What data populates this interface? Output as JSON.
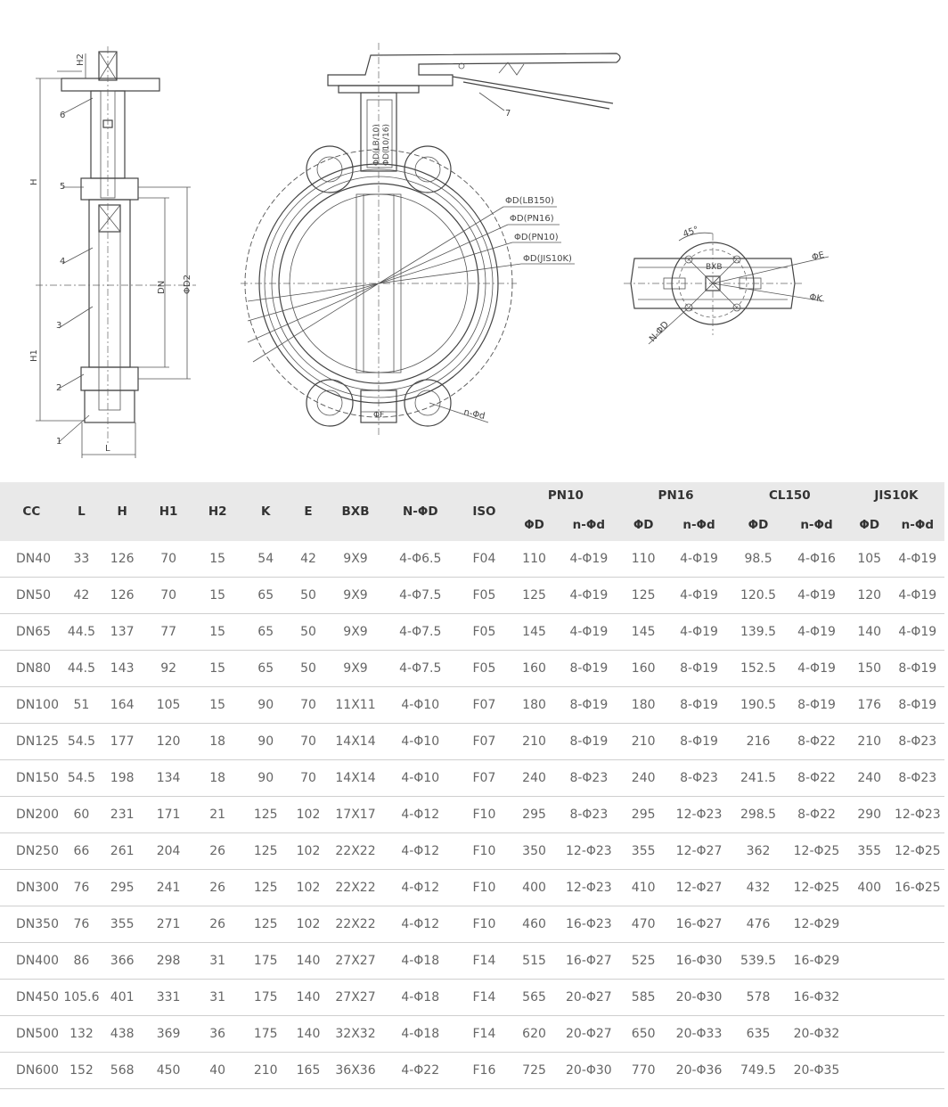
{
  "drawing": {
    "side_view": {
      "dimension_labels": [
        "H2",
        "H",
        "H1",
        "L",
        "DN",
        "ΦD2"
      ],
      "part_numbers": [
        "1",
        "2",
        "3",
        "4",
        "5",
        "6"
      ]
    },
    "front_view": {
      "neck_text": [
        "ΦD(LB/10)",
        "ΦD(10/16)"
      ],
      "callouts": [
        "ΦD(LB150)",
        "ΦD(PN16)",
        "ΦD(PN10)",
        "ΦD(JIS10K)",
        "n-Φd",
        "7",
        "ΦF"
      ]
    },
    "top_view": {
      "labels": [
        "45°",
        "BXB",
        "ΦE",
        "ΦK",
        "N-ΦD"
      ]
    }
  },
  "table": {
    "columns": [
      "CC",
      "L",
      "H",
      "H1",
      "H2",
      "K",
      "E",
      "BXB",
      "N-ΦD",
      "ISO"
    ],
    "groups": [
      {
        "name": "PN10",
        "sub": [
          "ΦD",
          "n-Φd"
        ]
      },
      {
        "name": "PN16",
        "sub": [
          "ΦD",
          "n-Φd"
        ]
      },
      {
        "name": "CL150",
        "sub": [
          "ΦD",
          "n-Φd"
        ]
      },
      {
        "name": "JIS10K",
        "sub": [
          "ΦD",
          "n-Φd"
        ]
      }
    ],
    "rows": [
      [
        "DN40",
        "33",
        "126",
        "70",
        "15",
        "54",
        "42",
        "9X9",
        "4-Φ6.5",
        "F04",
        "110",
        "4-Φ19",
        "110",
        "4-Φ19",
        "98.5",
        "4-Φ16",
        "105",
        "4-Φ19"
      ],
      [
        "DN50",
        "42",
        "126",
        "70",
        "15",
        "65",
        "50",
        "9X9",
        "4-Φ7.5",
        "F05",
        "125",
        "4-Φ19",
        "125",
        "4-Φ19",
        "120.5",
        "4-Φ19",
        "120",
        "4-Φ19"
      ],
      [
        "DN65",
        "44.5",
        "137",
        "77",
        "15",
        "65",
        "50",
        "9X9",
        "4-Φ7.5",
        "F05",
        "145",
        "4-Φ19",
        "145",
        "4-Φ19",
        "139.5",
        "4-Φ19",
        "140",
        "4-Φ19"
      ],
      [
        "DN80",
        "44.5",
        "143",
        "92",
        "15",
        "65",
        "50",
        "9X9",
        "4-Φ7.5",
        "F05",
        "160",
        "8-Φ19",
        "160",
        "8-Φ19",
        "152.5",
        "4-Φ19",
        "150",
        "8-Φ19"
      ],
      [
        "DN100",
        "51",
        "164",
        "105",
        "15",
        "90",
        "70",
        "11X11",
        "4-Φ10",
        "F07",
        "180",
        "8-Φ19",
        "180",
        "8-Φ19",
        "190.5",
        "8-Φ19",
        "176",
        "8-Φ19"
      ],
      [
        "DN125",
        "54.5",
        "177",
        "120",
        "18",
        "90",
        "70",
        "14X14",
        "4-Φ10",
        "F07",
        "210",
        "8-Φ19",
        "210",
        "8-Φ19",
        "216",
        "8-Φ22",
        "210",
        "8-Φ23"
      ],
      [
        "DN150",
        "54.5",
        "198",
        "134",
        "18",
        "90",
        "70",
        "14X14",
        "4-Φ10",
        "F07",
        "240",
        "8-Φ23",
        "240",
        "8-Φ23",
        "241.5",
        "8-Φ22",
        "240",
        "8-Φ23"
      ],
      [
        "DN200",
        "60",
        "231",
        "171",
        "21",
        "125",
        "102",
        "17X17",
        "4-Φ12",
        "F10",
        "295",
        "8-Φ23",
        "295",
        "12-Φ23",
        "298.5",
        "8-Φ22",
        "290",
        "12-Φ23"
      ],
      [
        "DN250",
        "66",
        "261",
        "204",
        "26",
        "125",
        "102",
        "22X22",
        "4-Φ12",
        "F10",
        "350",
        "12-Φ23",
        "355",
        "12-Φ27",
        "362",
        "12-Φ25",
        "355",
        "12-Φ25"
      ],
      [
        "DN300",
        "76",
        "295",
        "241",
        "26",
        "125",
        "102",
        "22X22",
        "4-Φ12",
        "F10",
        "400",
        "12-Φ23",
        "410",
        "12-Φ27",
        "432",
        "12-Φ25",
        "400",
        "16-Φ25"
      ],
      [
        "DN350",
        "76",
        "355",
        "271",
        "26",
        "125",
        "102",
        "22X22",
        "4-Φ12",
        "F10",
        "460",
        "16-Φ23",
        "470",
        "16-Φ27",
        "476",
        "12-Φ29",
        "",
        ""
      ],
      [
        "DN400",
        "86",
        "366",
        "298",
        "31",
        "175",
        "140",
        "27X27",
        "4-Φ18",
        "F14",
        "515",
        "16-Φ27",
        "525",
        "16-Φ30",
        "539.5",
        "16-Φ29",
        "",
        ""
      ],
      [
        "DN450",
        "105.6",
        "401",
        "331",
        "31",
        "175",
        "140",
        "27X27",
        "4-Φ18",
        "F14",
        "565",
        "20-Φ27",
        "585",
        "20-Φ30",
        "578",
        "16-Φ32",
        "",
        ""
      ],
      [
        "DN500",
        "132",
        "438",
        "369",
        "36",
        "175",
        "140",
        "32X32",
        "4-Φ18",
        "F14",
        "620",
        "20-Φ27",
        "650",
        "20-Φ33",
        "635",
        "20-Φ32",
        "",
        ""
      ],
      [
        "DN600",
        "152",
        "568",
        "450",
        "40",
        "210",
        "165",
        "36X36",
        "4-Φ22",
        "F16",
        "725",
        "20-Φ30",
        "770",
        "20-Φ36",
        "749.5",
        "20-Φ35",
        "",
        ""
      ]
    ]
  }
}
